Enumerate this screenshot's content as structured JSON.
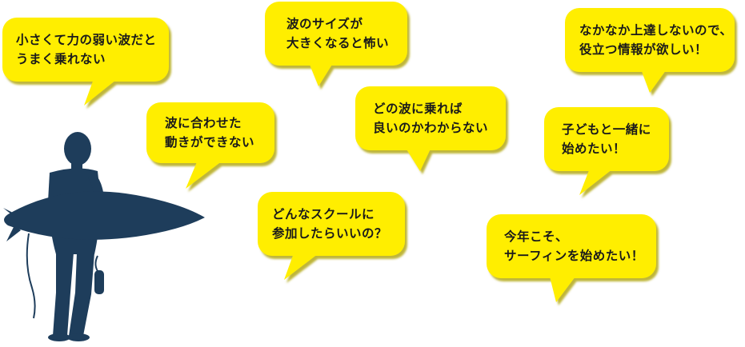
{
  "colors": {
    "bubble_fill": "#ffee00",
    "bubble_shadow": "#b8ad20",
    "silhouette": "#1e3d5b",
    "text": "#1a1a1a"
  },
  "bubbles": [
    {
      "line1": "小さくて力の弱い波だと",
      "line2": "うまく乗れない"
    },
    {
      "line1": "波に合わせた",
      "line2": "動きができない"
    },
    {
      "line1": "波のサイズが",
      "line2": "大きくなると怖い"
    },
    {
      "line1": "どの波に乗れば",
      "line2": "良いのかわからない"
    },
    {
      "line1": "どんなスクールに",
      "line2": "参加したらいいの？"
    },
    {
      "line1": "なかなか上達しないので、",
      "line2": "役立つ情報が欲しい！"
    },
    {
      "line1": "子どもと一緒に",
      "line2": "始めたい！"
    },
    {
      "line1": "今年こそ、",
      "line2": "サーフィンを始めたい！"
    }
  ]
}
